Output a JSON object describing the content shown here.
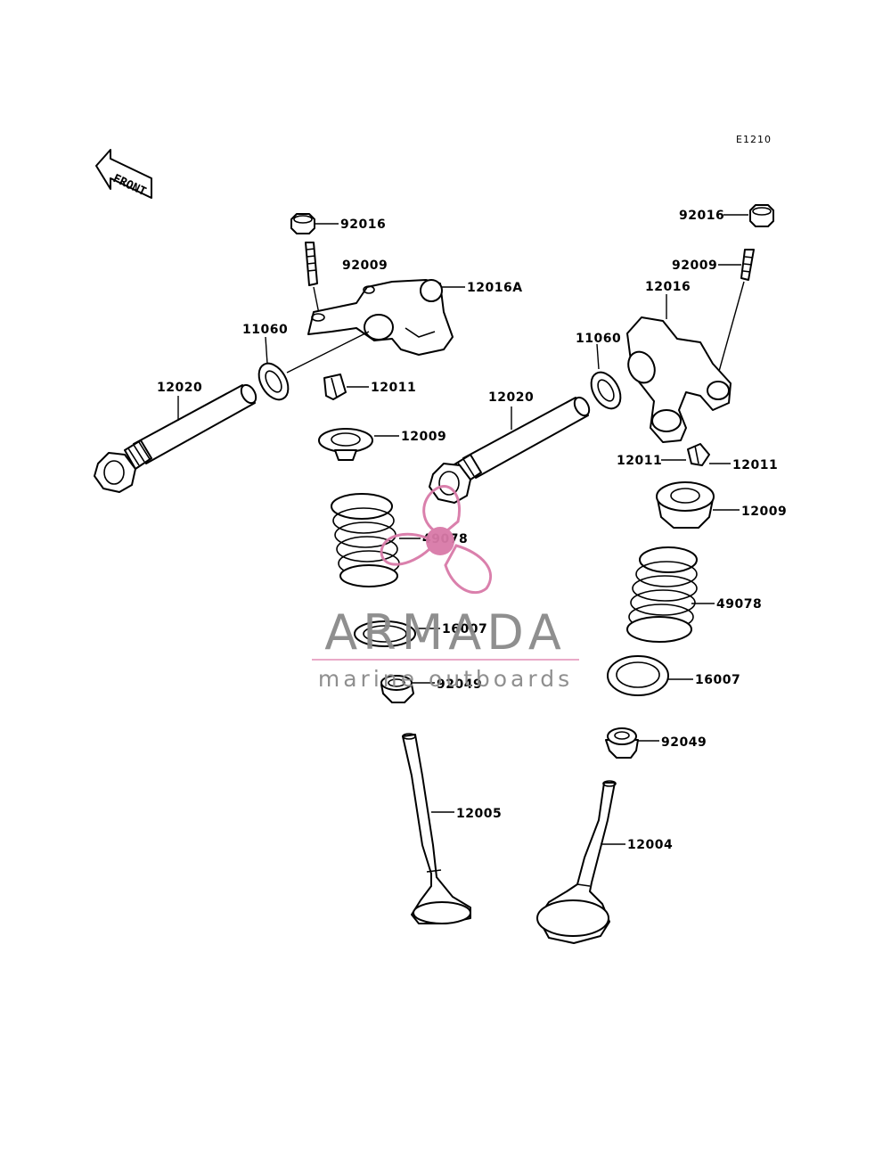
{
  "diagram_code": "E1210",
  "front_label": "FRONT",
  "labels": {
    "nut_left": "92016",
    "stud_left": "92009",
    "rocker_left": "12016A",
    "washer_left": "11060",
    "shaft_left": "12020",
    "cotter_left": "12011",
    "retainer_left": "12009",
    "spring_left": "49078",
    "seat_left": "16007",
    "seal_left": "92049",
    "valve_exhaust": "12005",
    "nut_right": "92016",
    "stud_right": "92009",
    "rocker_right": "12016",
    "washer_right": "11060",
    "shaft_right": "12020",
    "cotter_right_a": "12011",
    "cotter_right_b": "12011",
    "retainer_right": "12009",
    "spring_right": "49078",
    "seat_right": "16007",
    "seal_right": "92049",
    "valve_intake": "12004"
  },
  "watermark": {
    "brand": "ARMADA",
    "tagline": "marine outboards",
    "colors": {
      "text": "#8a8a8a",
      "accent": "#e8a6c6",
      "logo": "#d97aa8"
    },
    "logo_icon": "propeller-icon"
  }
}
